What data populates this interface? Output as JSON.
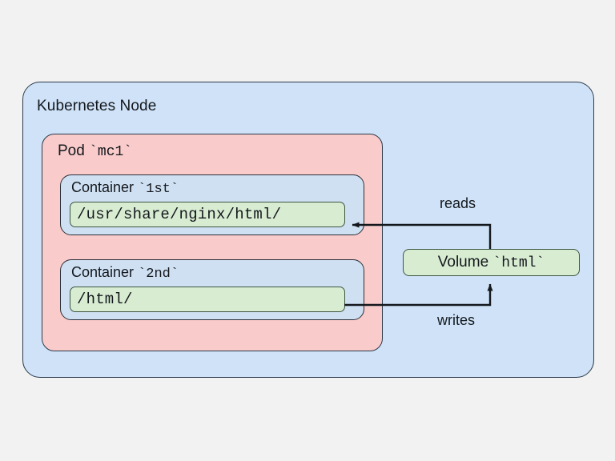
{
  "page": {
    "background_color": "#f2f2f2",
    "title": "Kubernetes multi-container pod shared volume diagram"
  },
  "node": {
    "label": "Kubernetes Node",
    "fill_color": "#cfe2f7",
    "border_color": "#2b3a4a"
  },
  "pod": {
    "label_prefix": "Pod ",
    "label_name": "`mc1`",
    "fill_color": "#f9cbcb",
    "border_color": "#2b3a4a"
  },
  "containers": [
    {
      "label_prefix": "Container ",
      "label_name": "`1st`",
      "path": "/usr/share/nginx/html/",
      "fill_color": "#cfe0f3",
      "path_fill_color": "#d8ecd2"
    },
    {
      "label_prefix": "Container ",
      "label_name": "`2nd`",
      "path": "/html/",
      "fill_color": "#cfe0f3",
      "path_fill_color": "#d8ecd2"
    }
  ],
  "volume": {
    "label_prefix": "Volume ",
    "label_name": "`html`",
    "fill_color": "#d8ecd2",
    "border_color": "#3d5540"
  },
  "arrows": [
    {
      "label": "reads",
      "from": "volume",
      "to": "container-1-path",
      "direction": "leftward"
    },
    {
      "label": "writes",
      "from": "container-2-path",
      "to": "volume",
      "direction": "upward"
    }
  ]
}
